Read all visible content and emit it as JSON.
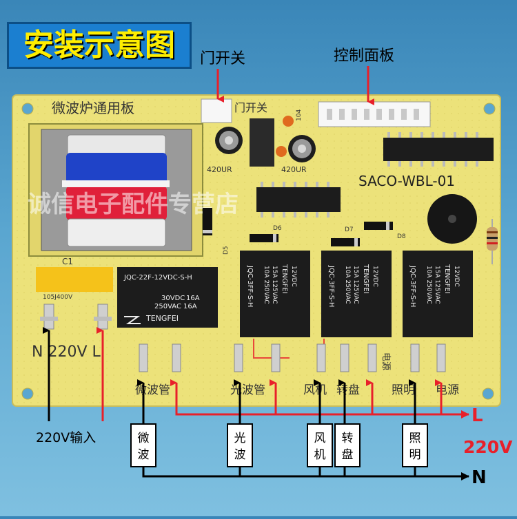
{
  "title": "安装示意图",
  "callouts": {
    "door_switch": "门开关",
    "control_panel": "控制面板",
    "input_220v": "220V输入",
    "line_L": "L",
    "line_N": "N",
    "voltage": "220V"
  },
  "board": {
    "title": "微波炉通用板",
    "door_switch_silk": "门开关",
    "model_silk": "SACO-WBL-01",
    "watermark": "诚信电子配件专营店",
    "n220vl_silk": "N 220V L",
    "cap_label": "C1",
    "cap_rating": "105J400V",
    "cap_left_label": "420UR",
    "cap_right_label": "420UR",
    "diode_d5": "D5",
    "diode_d6": "D6",
    "diode_d7": "D7",
    "diode_d8": "D8",
    "small_104": "104",
    "terminal_labels": [
      "微波管",
      "光波管",
      "风机",
      "转盘",
      "照明",
      "电源"
    ],
    "power_side_label": "电源"
  },
  "big_relay": {
    "model": "JQC-22F-12VDC-S-H",
    "rating1": "30VDC",
    "rating2": "250VAC",
    "rating3": "16A",
    "rating4": "16A",
    "brand": "TENGFEI"
  },
  "small_relays": [
    {
      "brand": "TENGFEI",
      "model": "JQC-3FF-S-H",
      "coil": "12VDC",
      "rating1": "10A 250VAC",
      "rating2": "15A 125VAC"
    },
    {
      "brand": "TENGFEI",
      "model": "JQC-3FF-S-H",
      "coil": "12VDC",
      "rating1": "10A 250VAC",
      "rating2": "15A 125VAC"
    },
    {
      "brand": "TENGFEI",
      "model": "JQC-3FF-S-H",
      "coil": "12VDC",
      "rating1": "10A 250VAC",
      "rating2": "15A 125VAC"
    }
  ],
  "loads": [
    "微波",
    "光波",
    "风机",
    "转盘",
    "照明"
  ],
  "colors": {
    "board": "#ece27a",
    "relay": "#1c1c1c",
    "wire_L": "#e8202a",
    "wire_N": "#000000",
    "title_text": "#ffee00",
    "title_bg": "#1b7fd0"
  }
}
